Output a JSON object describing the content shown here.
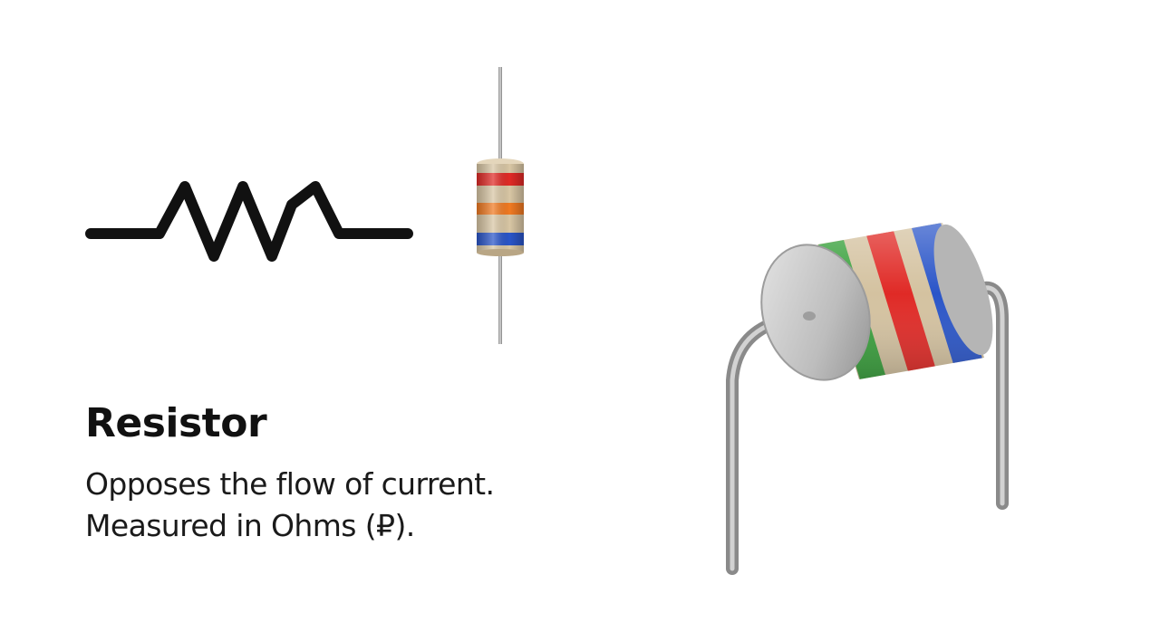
{
  "title": "Resistor",
  "description_lines": [
    "Opposes the flow of current.",
    "Measured in Ohms (₽)."
  ],
  "schematic_symbol": {
    "icon": "resistor-zigzag-icon",
    "color": "#111111"
  },
  "axial_resistor": {
    "icon": "axial-resistor-icon",
    "body_color": "#d8c6a4",
    "band_colors": [
      "#e02a26",
      "#f07a22",
      "#2a55c8"
    ]
  },
  "resistor_3d": {
    "icon": "resistor-3d-icon",
    "body_color": "#d4c2a0",
    "band_colors": [
      "#3aa13d",
      "#e02a26",
      "#2a55c8"
    ]
  }
}
